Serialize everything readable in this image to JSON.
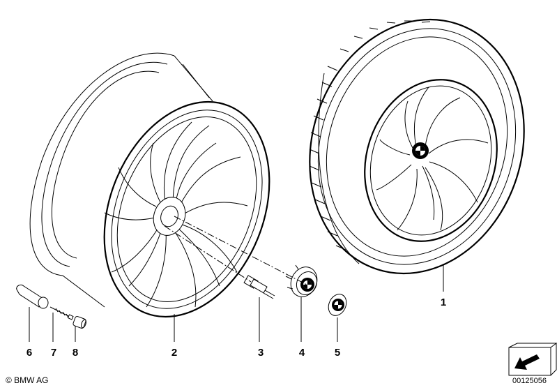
{
  "parts": [
    {
      "number": "1",
      "name": "Complete wheel with tyre"
    },
    {
      "number": "2",
      "name": "Light alloy rim"
    },
    {
      "number": "3",
      "name": "Wheel bolt"
    },
    {
      "number": "4",
      "name": "Hub cap"
    },
    {
      "number": "5",
      "name": "Emblem"
    },
    {
      "number": "6",
      "name": "Tyre valve"
    },
    {
      "number": "7",
      "name": "Valve insert"
    },
    {
      "number": "8",
      "name": "Valve cap"
    }
  ],
  "footer": {
    "copyright": "© BMW AG",
    "drawing_id": "00125056"
  },
  "icons": {
    "logo": "bmw-roundel-icon",
    "corner": "view-direction-arrow-icon"
  }
}
